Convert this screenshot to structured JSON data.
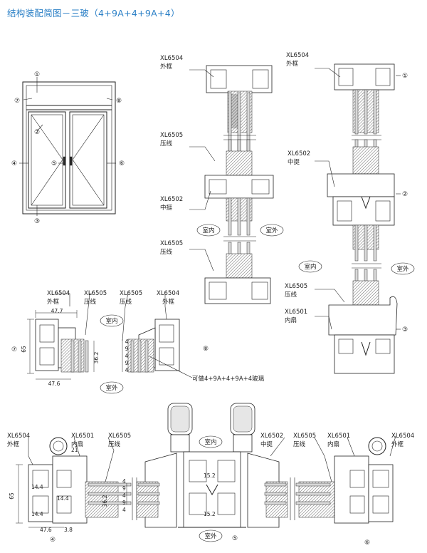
{
  "title": "结构装配简图－三玻（4+9A+4+9A+4）",
  "callouts": [
    "①",
    "②",
    "③",
    "④",
    "⑤",
    "⑥",
    "⑦",
    "⑧"
  ],
  "labels": {
    "outer_frame_code": "XL6504",
    "outer_frame": "外框",
    "bead_code": "XL6505",
    "bead": "压线",
    "mullion_code": "XL6502",
    "mullion": "中挺",
    "sash_code": "XL6501",
    "sash": "内扇",
    "indoor": "室内",
    "outdoor": "室外",
    "glass_note": "可做4+9A+4+9A+4玻璃"
  },
  "dims": {
    "d47_7": "47.7",
    "d65": "65",
    "d36_2": "36.2",
    "d47_6": "47.6",
    "d4": "4",
    "d9": "9",
    "d21": "21",
    "d14_4": "14.4",
    "d3_8": "3.8",
    "d15_2": "15.2"
  }
}
